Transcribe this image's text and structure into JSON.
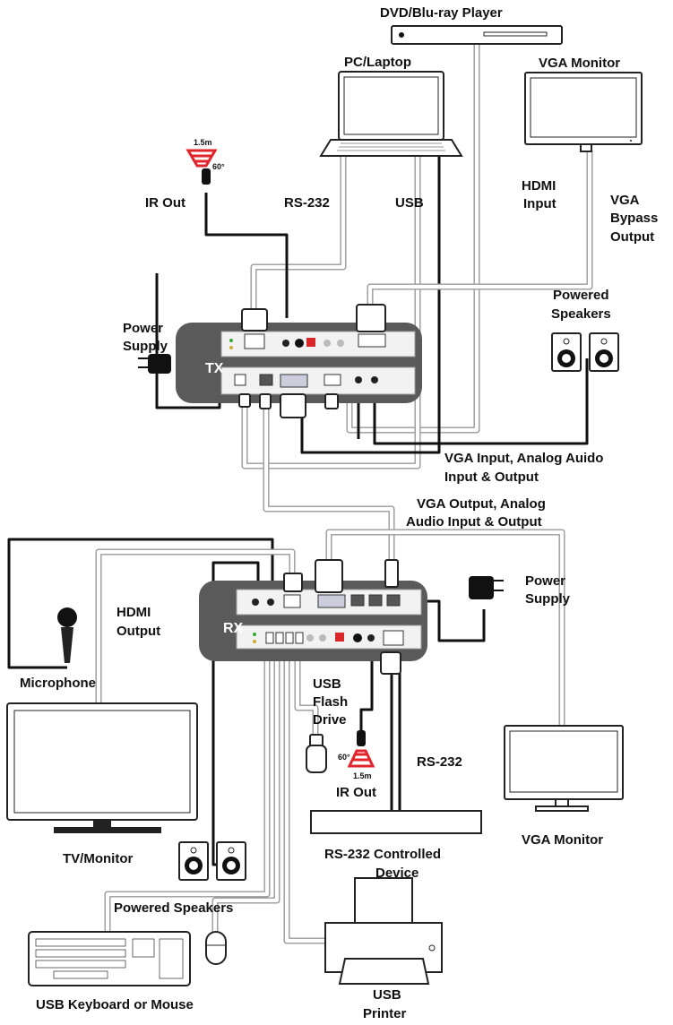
{
  "labels": {
    "dvd": "DVD/Blu-ray Player",
    "pc": "PC/Laptop",
    "vga_monitor_top": "VGA Monitor",
    "ir_out_top": "IR Out",
    "rs232_top": "RS-232",
    "usb_top": "USB",
    "hdmi_input_1": "HDMI",
    "hdmi_input_2": "Input",
    "vga_bypass_1": "VGA",
    "vga_bypass_2": "Bypass",
    "vga_bypass_3": "Output",
    "powered_speakers_top_1": "Powered",
    "powered_speakers_top_2": "Speakers",
    "power_supply_top_1": "Power",
    "power_supply_top_2": "Supply",
    "tx": "TX",
    "vga_input_1": "VGA Input, Analog Auido",
    "vga_input_2": "Input & Output",
    "vga_output_1": "VGA Output, Analog",
    "vga_output_2": "Audio Input & Output",
    "hdmi_output_1": "HDMI",
    "hdmi_output_2": "Output",
    "power_supply_bottom_1": "Power",
    "power_supply_bottom_2": "Supply",
    "rx": "RX",
    "microphone": "Microphone",
    "usb_flash_1": "USB",
    "usb_flash_2": "Flash",
    "usb_flash_3": "Drive",
    "rs232_bottom": "RS-232",
    "ir_out_bottom": "IR Out",
    "tv_monitor": "TV/Monitor",
    "vga_monitor_bottom": "VGA Monitor",
    "rs232_device_1": "RS-232 Controlled",
    "rs232_device_2": "Device",
    "powered_speakers_bottom": "Powered Speakers",
    "usb_keyboard": "USB Keyboard or Mouse",
    "usb_printer_1": "USB",
    "usb_printer_2": "Printer",
    "ir_range_top": "1.5m",
    "ir_angle_top": "60°",
    "ir_range_bottom": "1.5m",
    "ir_angle_bottom": "60°"
  },
  "colors": {
    "unit_body": "#5a5a5a",
    "panel": "#f2f2f2",
    "cable_outline": "#9a9a9a",
    "ir_red": "#e0262b",
    "dip_switch": "#d9262b"
  }
}
